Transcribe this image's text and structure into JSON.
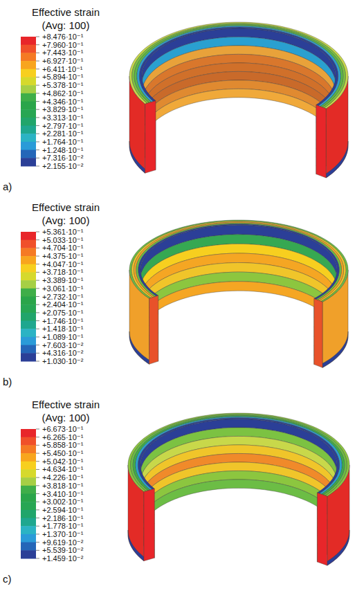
{
  "diagram": {
    "labels": [
      "Effective strain",
      "(Avg: 100)",
      "+8.476·10⁻¹",
      "+7.960·10⁻¹",
      "+7.443·10⁻¹",
      "+6.927·10⁻¹",
      "+6.411·10⁻¹",
      "+5.894·10⁻¹",
      "+5.378·10⁻¹",
      "+4.862·10⁻¹",
      "+4.346·10⁻¹",
      "+3.829·10⁻¹",
      "+3.313·10⁻¹",
      "+2.797·10⁻¹",
      "+2.281·10⁻¹",
      "+1.764·10⁻¹",
      "+1.248·10⁻¹",
      "+7.316·10⁻²",
      "+2.155·10⁻²",
      "a)",
      "Effective strain",
      "(Avg: 100)",
      "+5.361·10⁻¹",
      "+5.033·10⁻¹",
      "+4.704·10⁻¹",
      "+4.375·10⁻¹",
      "+4.047·10⁻¹",
      "+3.718·10⁻¹",
      "+3.389·10⁻¹",
      "+3.061·10⁻¹",
      "+2.732·10⁻¹",
      "+2.404·10⁻¹",
      "+2.075·10⁻¹",
      "+1.746·10⁻¹",
      "+1.418·10⁻¹",
      "+1.089·10⁻¹",
      "+7.603·10⁻²",
      "+4.316·10⁻²",
      "+1.030·10⁻²",
      "b)",
      "Effective strain",
      "(Avg: 100)",
      "+6.673·10⁻¹",
      "+6.265·10⁻¹",
      "+5.858·10⁻¹",
      "+5.450·10⁻¹",
      "+5.042·10⁻¹",
      "+4.634·10⁻¹",
      "+4.226·10⁻¹",
      "+3.818·10⁻¹",
      "+3.410·10⁻¹",
      "+3.002·10⁻¹",
      "+2.594·10⁻¹",
      "+2.186·10⁻¹",
      "+1.778·10⁻¹",
      "+1.370·10⁻¹",
      "+9.619·10⁻²",
      "+5.539·10⁻²",
      "+1.459·10⁻²",
      "c)"
    ]
  }
}
